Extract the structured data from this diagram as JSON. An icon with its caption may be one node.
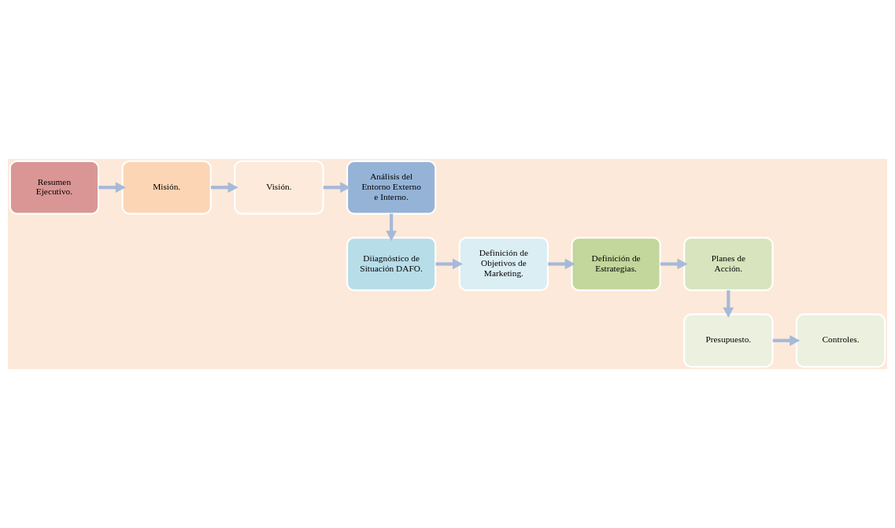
{
  "diagram": {
    "nodes": [
      {
        "text": [
          "Resumen Ejecutivo."
        ]
      },
      {
        "text": [
          "Misión."
        ]
      },
      {
        "text": [
          "Visión."
        ]
      },
      {
        "text": [
          "Análisis del Entorno Externo e Interno."
        ]
      },
      {
        "text": [
          "Diiagnóstico de Situación DAFO."
        ]
      },
      {
        "text": [
          "Definición de Objetivos de Marketing."
        ]
      },
      {
        "text": [
          "Definición de Estrategias."
        ]
      },
      {
        "text": [
          "Planes de Acción."
        ]
      },
      {
        "text": [
          "Presupuesto."
        ]
      },
      {
        "text": [
          "Controles."
        ]
      }
    ],
    "edges": [
      {
        "from": 0,
        "to": 1,
        "arrow": "to"
      },
      {
        "from": 1,
        "to": 2,
        "arrow": "to"
      },
      {
        "from": 2,
        "to": 3,
        "arrow": "to"
      },
      {
        "from": 3,
        "to": 4,
        "arrow": "to"
      },
      {
        "from": 4,
        "to": 5,
        "arrow": "to"
      },
      {
        "from": 5,
        "to": 6,
        "arrow": "to"
      },
      {
        "from": 6,
        "to": 7,
        "arrow": "to"
      },
      {
        "from": 7,
        "to": 8,
        "arrow": "to"
      },
      {
        "from": 8,
        "to": 9,
        "arrow": "to"
      }
    ]
  }
}
